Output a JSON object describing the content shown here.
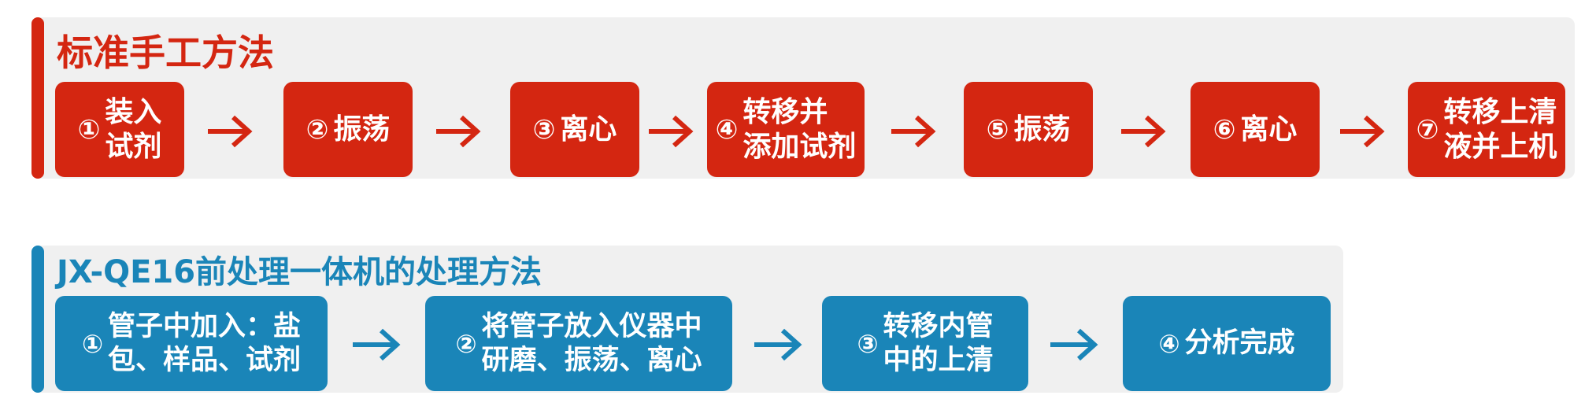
{
  "colors": {
    "red": "#d42611",
    "blue": "#1a85b8",
    "panel_bg": "#f0f0f0"
  },
  "manual": {
    "title": "标准手工方法",
    "steps": [
      {
        "num": "①",
        "label": "装入\n试剂"
      },
      {
        "num": "②",
        "label": "振荡"
      },
      {
        "num": "③",
        "label": "离心"
      },
      {
        "num": "④",
        "label": "转移并\n添加试剂"
      },
      {
        "num": "⑤",
        "label": "振荡"
      },
      {
        "num": "⑥",
        "label": "离心"
      },
      {
        "num": "⑦",
        "label": "转移上清\n液并上机"
      }
    ],
    "arrow_icon": "arrow-right-icon"
  },
  "machine": {
    "title": "JX-QE16前处理一体机的处理方法",
    "steps": [
      {
        "num": "①",
        "label": "管子中加入：盐\n包、样品、试剂"
      },
      {
        "num": "②",
        "label": "将管子放入仪器中\n研磨、振荡、离心"
      },
      {
        "num": "③",
        "label": "转移内管\n中的上清"
      },
      {
        "num": "④",
        "label": "分析完成"
      }
    ],
    "arrow_icon": "arrow-right-icon"
  }
}
